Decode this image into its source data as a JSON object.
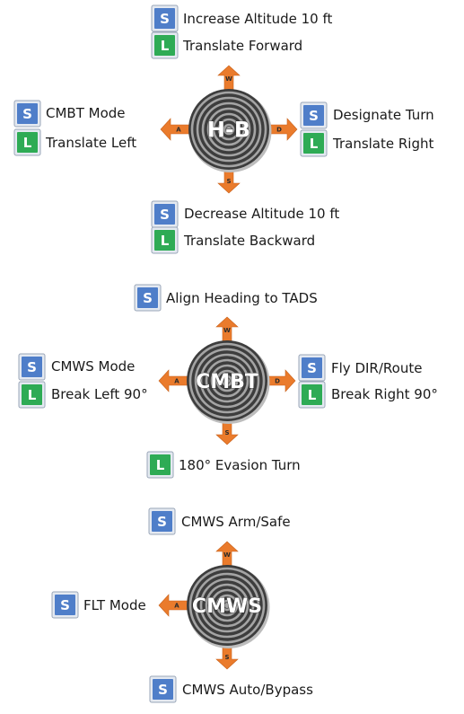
{
  "colors": {
    "short_press": "#4f7ec9",
    "long_press": "#2eab55",
    "arrow": "#ea7b2c",
    "hat_dark": "#3d3d3d",
    "hat_light": "#a4a4a4"
  },
  "keys": {
    "short": "S",
    "long": "L"
  },
  "directions": {
    "up": "W",
    "left": "A",
    "right": "D",
    "down": "S"
  },
  "groups": [
    {
      "id": "hb",
      "hat_label": "H-B",
      "up": {
        "short": "Increase Altitude 10 ft",
        "long": "Translate Forward"
      },
      "left": {
        "short": "CMBT Mode",
        "long": "Translate Left"
      },
      "right": {
        "short": "Designate Turn",
        "long": "Translate Right"
      },
      "down": {
        "short": "Decrease Altitude 10 ft",
        "long": "Translate Backward"
      }
    },
    {
      "id": "cmbt",
      "hat_label": "CMBT",
      "up": {
        "short": "Align Heading to TADS"
      },
      "left": {
        "short": "CMWS Mode",
        "long": "Break Left 90°"
      },
      "right": {
        "short": "Fly DIR/Route",
        "long": "Break Right 90°"
      },
      "down": {
        "long": "180° Evasion Turn"
      }
    },
    {
      "id": "cmws",
      "hat_label": "CMWS",
      "up": {
        "short": "CMWS Arm/Safe"
      },
      "left": {
        "short": "FLT Mode"
      },
      "down": {
        "short": "CMWS Auto/Bypass"
      }
    }
  ]
}
